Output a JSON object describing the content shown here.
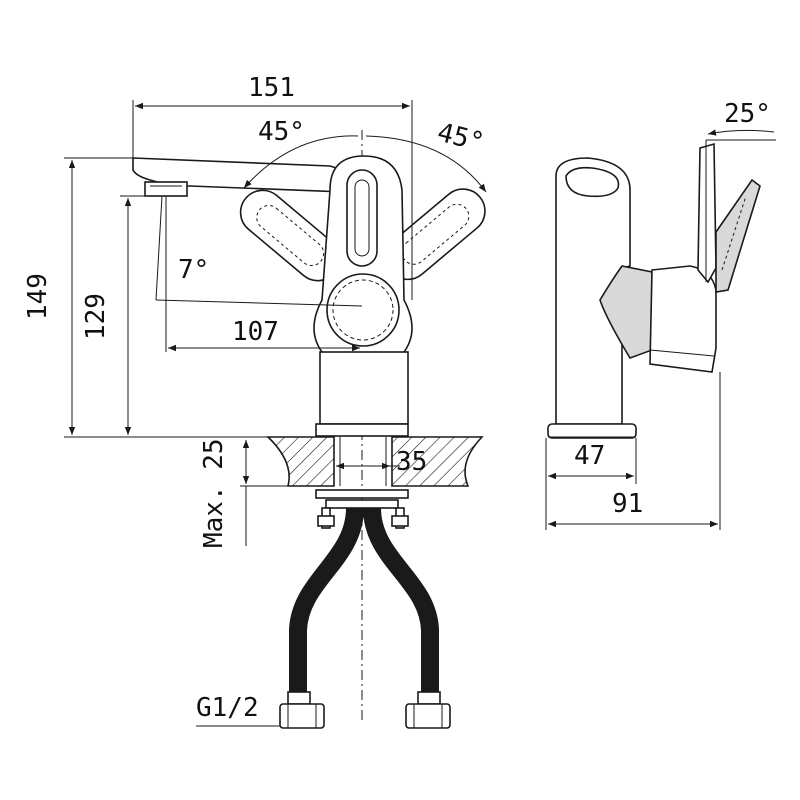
{
  "dimensions": {
    "width_total": "151",
    "handle_angle_left": "45°",
    "handle_angle_right": "45°",
    "spout_angle": "7°",
    "height_total": "149",
    "height_spout": "129",
    "spout_reach": "107",
    "mount_max": "Max. 25",
    "hole_diameter": "35",
    "base_diameter": "47",
    "depth_total": "91",
    "lever_tilt": "25°",
    "connection": "G1/2"
  }
}
